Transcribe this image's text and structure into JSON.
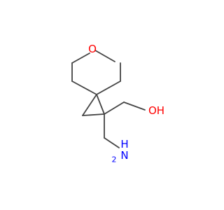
{
  "molecule": {
    "atoms": {
      "oxygen_ring": {
        "symbol": "O",
        "color": "#ff0000"
      },
      "hydroxyl": {
        "symbol": "OH",
        "color": "#ff0000"
      },
      "amine_h": {
        "symbol": "H",
        "color": "#0000ff"
      },
      "amine_n": {
        "symbol": "N",
        "color": "#0000ff"
      },
      "amine_h2_sub": {
        "symbol": "2",
        "color": "#0000ff"
      }
    },
    "bond_color": "#444444"
  }
}
